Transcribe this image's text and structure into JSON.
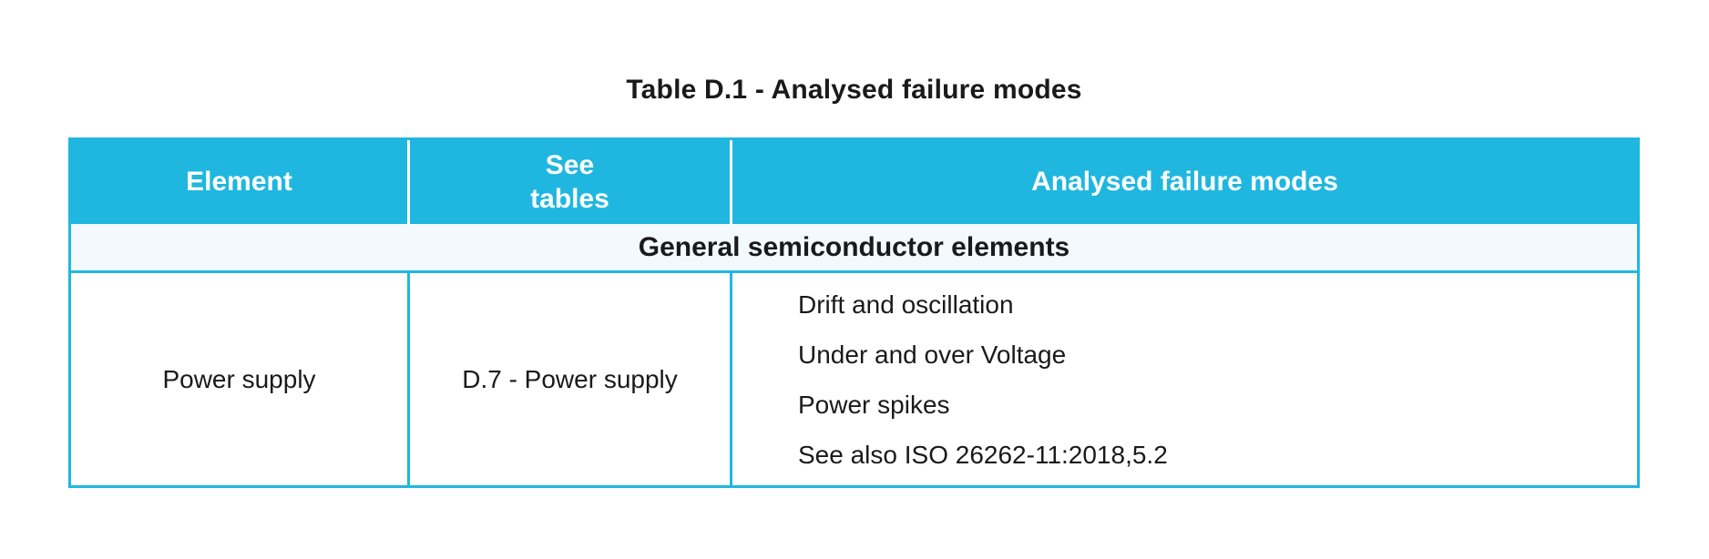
{
  "title": "Table D.1 - Analysed failure modes",
  "table": {
    "columns": [
      {
        "label": "Element"
      },
      {
        "label": "See\ntables"
      },
      {
        "label": "Analysed failure modes"
      }
    ],
    "section_header": "General semiconductor elements",
    "rows": [
      {
        "element": "Power supply",
        "see_tables": "D.7 - Power supply",
        "failure_modes": [
          "Drift and oscillation",
          "Under and over Voltage",
          "Power spikes",
          "See also ISO 26262-11:2018,5.2"
        ]
      }
    ],
    "colors": {
      "header_bg": "#1fb7e0",
      "header_text": "#ffffff",
      "section_bg": "#f4f9fd",
      "border": "#1fb7e0",
      "body_text": "#1a1a1a",
      "page_bg": "#ffffff"
    }
  }
}
